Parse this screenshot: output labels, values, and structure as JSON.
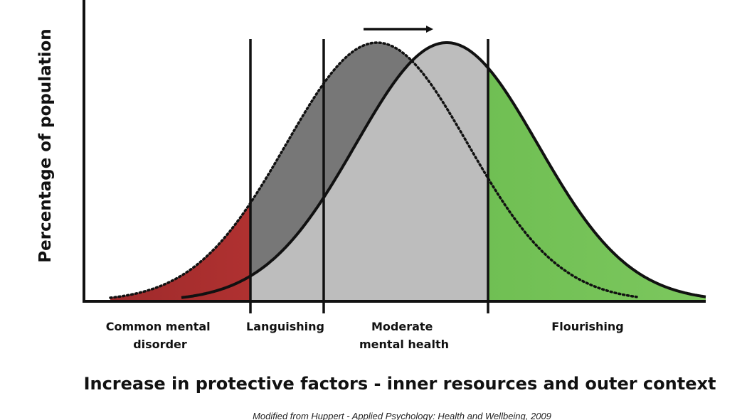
{
  "axis": {
    "y_label": "Percentage of population",
    "x_label": "Increase in protective factors - inner resources and outer context"
  },
  "regions": [
    {
      "id": "common-mental-disorder",
      "lines": [
        "Common mental",
        "disorder"
      ],
      "color": "#c9363a"
    },
    {
      "id": "languishing",
      "lines": [
        "Languishing"
      ],
      "color": "#777777"
    },
    {
      "id": "moderate-mental-health",
      "lines": [
        "Moderate",
        "mental health"
      ],
      "color": "#bdbdbd"
    },
    {
      "id": "flourishing",
      "lines": [
        "Flourishing"
      ],
      "color": "#6cbf4d"
    }
  ],
  "curves": {
    "original": {
      "style": "dotted"
    },
    "shifted": {
      "style": "solid"
    }
  },
  "shift_arrow": {
    "direction": "right"
  },
  "caption": "Modified from Huppert - Applied Psychology: Health and Wellbeing, 2009"
}
